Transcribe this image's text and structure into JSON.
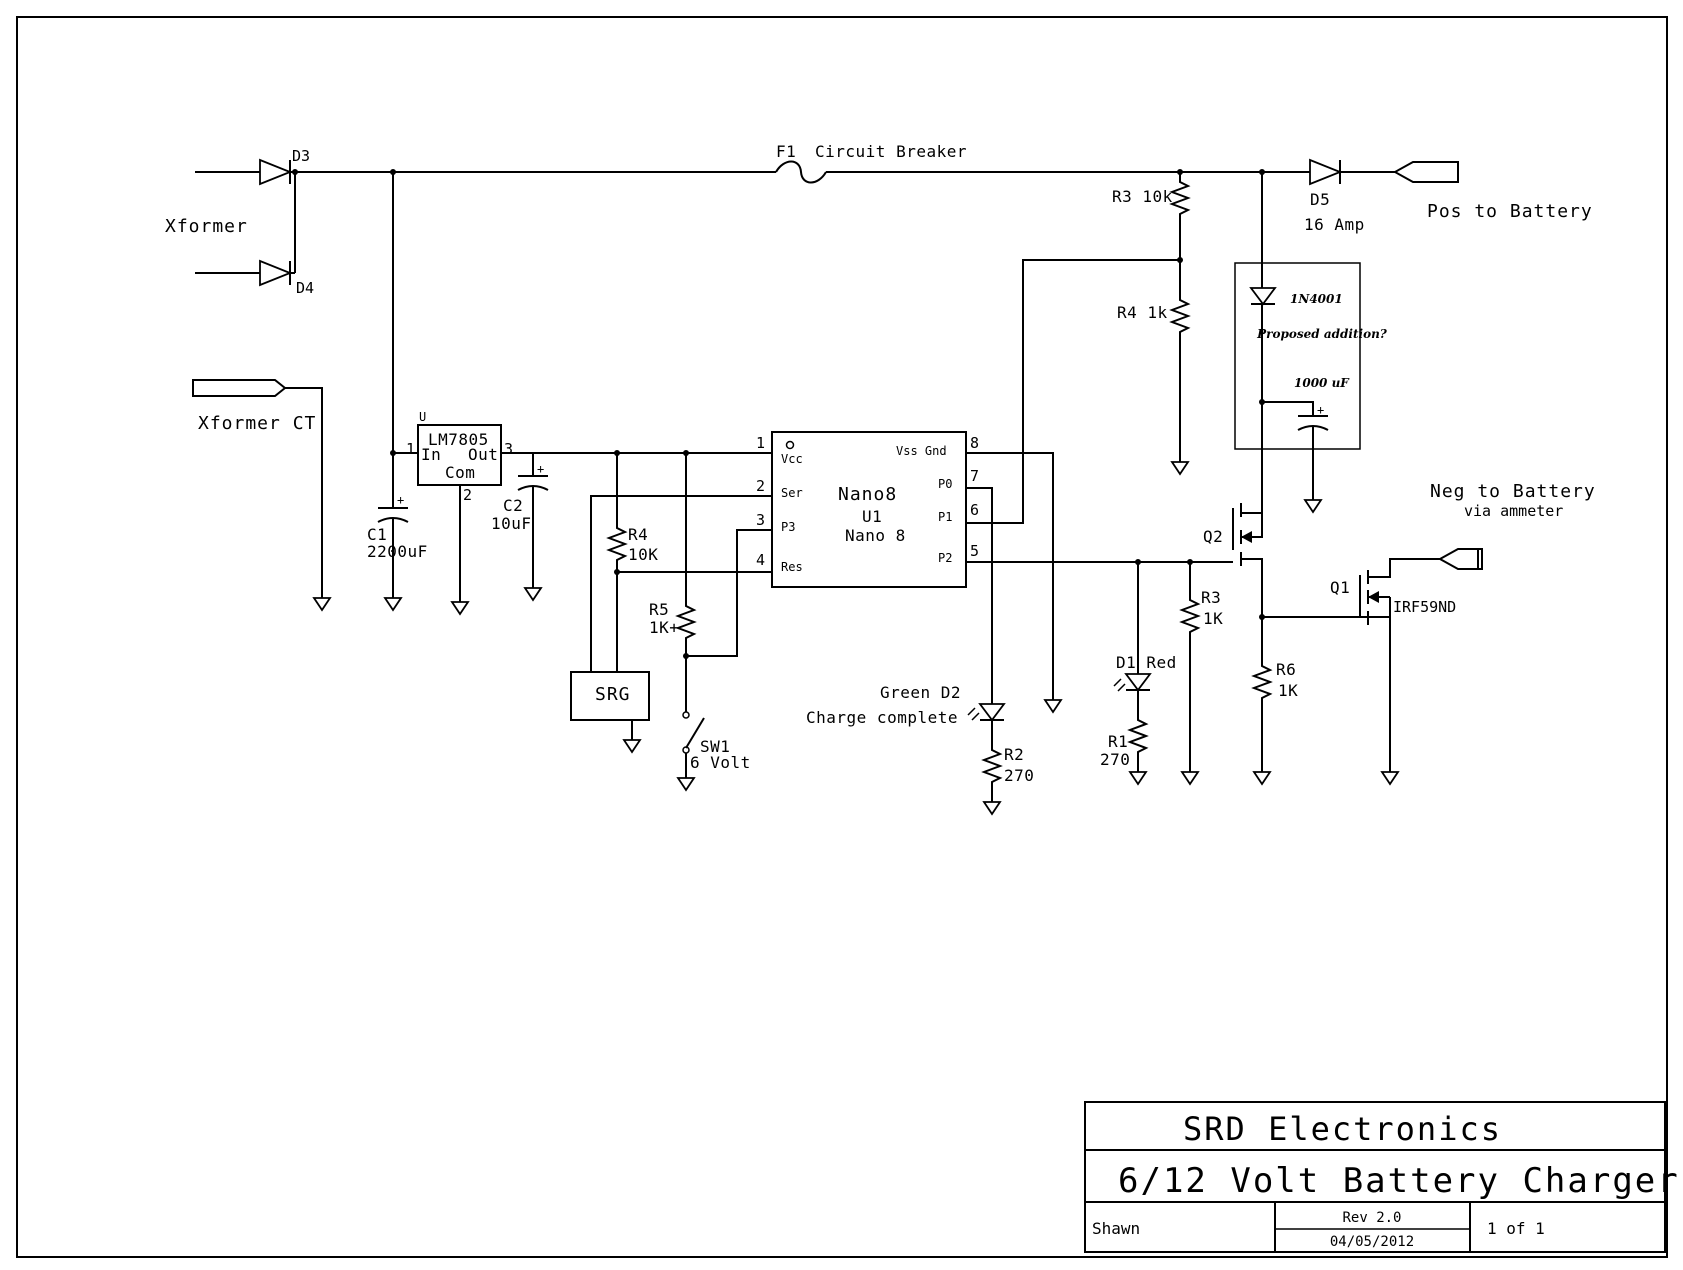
{
  "title_block": {
    "company": "SRD Electronics",
    "title": "6/12 Volt Battery Charger",
    "author": "Shawn",
    "revision": "Rev 2.0",
    "date": "04/05/2012",
    "sheet": "1 of 1"
  },
  "connectors": {
    "xformer": "Xformer",
    "xformer_ct": "Xformer CT",
    "pos_battery": "Pos to Battery",
    "neg_battery": "Neg to Battery",
    "neg_battery_sub": "via ammeter"
  },
  "components": {
    "d3": "D3",
    "d4": "D4",
    "d5": "D5",
    "d5_rating": "16 Amp",
    "f1": "F1",
    "f1_desc": "Circuit Breaker",
    "r3_top": "R3 10k",
    "r4_top": "R4 1k",
    "u_ref": "U",
    "reg_name": "LM7805",
    "reg_in": "In",
    "reg_out": "Out",
    "reg_com": "Com",
    "reg_pin1": "1",
    "reg_pin2": "2",
    "reg_pin3": "3",
    "c1_ref": "C1",
    "c1_val": "2200uF",
    "c2_ref": "C2",
    "c2_val": "10uF",
    "r4_ref": "R4",
    "r4_val": "10K",
    "r5_ref": "R5",
    "r5_val": "1K+",
    "srg": "SRG",
    "sw1_ref": "SW1",
    "sw1_val": "6 Volt",
    "green_d2": "Green D2",
    "charge_complete": "Charge complete",
    "r2_ref": "R2",
    "r2_val": "270",
    "d1_label": "D1 Red",
    "r1_ref": "R1",
    "r1_val": "270",
    "r3_ref": "R3",
    "r3_val": "1K",
    "r6_ref": "R6",
    "r6_val": "1K",
    "q1_ref": "Q1",
    "q1_part": "IRF59ND",
    "q2_ref": "Q2",
    "diode_1n4001": "1N4001",
    "proposed": "Proposed addition?",
    "cap_1000": "1000 uF"
  },
  "mcu": {
    "name": "Nano8",
    "ref": "U1",
    "part": "Nano 8",
    "pin_vcc": "Vcc",
    "pin_ser": "Ser",
    "pin_p3": "P3",
    "pin_res": "Res",
    "pin_vss": "Vss Gnd",
    "pin_p0": "P0",
    "pin_p1": "P1",
    "pin_p2": "P2",
    "num1": "1",
    "num2": "2",
    "num3": "3",
    "num4": "4",
    "num5": "5",
    "num6": "6",
    "num7": "7",
    "num8": "8"
  }
}
